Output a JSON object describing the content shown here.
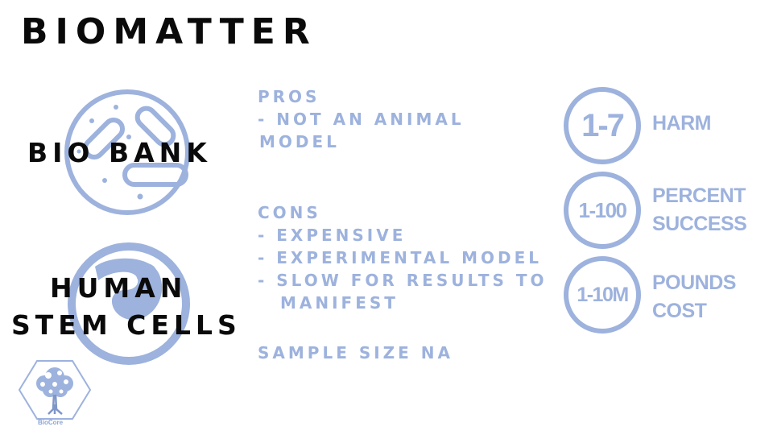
{
  "title": "BIOMATTER",
  "labels": {
    "bio_bank": "BIO BANK",
    "human": "HUMAN",
    "stem_cells": "STEM CELLS"
  },
  "pros": {
    "heading": "PROS",
    "items": [
      "- NOT AN ANIMAL",
      " MODEL"
    ]
  },
  "cons": {
    "heading": "CONS",
    "items": [
      "- EXPENSIVE",
      "- EXPERIMENTAL MODEL",
      "- SLOW FOR RESULTS TO",
      "  MANIFEST"
    ]
  },
  "sample_size": "SAMPLE SIZE  NA",
  "metrics": [
    {
      "badge": "1-7",
      "label_line1": "HARM",
      "label_line2": ""
    },
    {
      "badge": "1-100",
      "label_line1": "PERCENT",
      "label_line2": "SUCCESS"
    },
    {
      "badge": "1-10M",
      "label_line1": "POUNDS",
      "label_line2": "COST"
    }
  ],
  "logo": {
    "name": "BioCore"
  },
  "colors": {
    "accent": "#9db2dd",
    "text": "#0a0a0a",
    "background": "#ffffff"
  },
  "icons": [
    "bacteria-icon",
    "embryo-icon",
    "tree-hexagon-logo-icon"
  ]
}
